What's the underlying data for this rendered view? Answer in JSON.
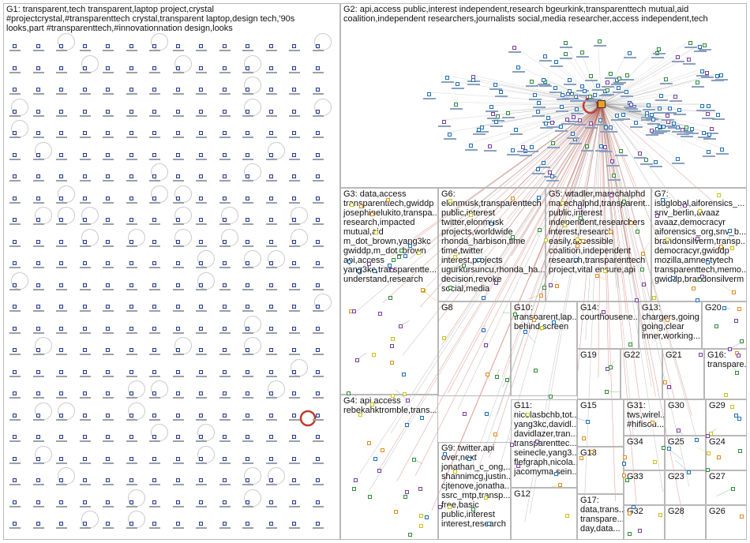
{
  "groups": [
    {
      "id": "G1",
      "label": "G1: transparent,tech  transparent,laptop  project,crystal\n#projectcrystal,#transparenttech  crystal,transparent  laptop,design  tech,'90s\nlooks,part  #transparenttech,#innovationnation  design,looks"
    },
    {
      "id": "G2",
      "label": "G2: api,access  public,interest  independent,research  bgeurkink,transparenttech  mutual,aid\ncoalition,independent  researchers,journalists  social,media  researcher,access  independent,tech"
    },
    {
      "id": "G3",
      "label": "G3: data,access\ntransparenttech,gwiddp\njosephinelukito,transpa...\nresearch,impacted\nmutual,aid\nm_dot_brown,yang3kc\ngwiddp,m_dot_brown\napi,access\nyang3kc,transparentte...\nunderstand,research"
    },
    {
      "id": "G6",
      "label": "G6:\nelonmusk,transparenttech\npublic,interest\ntwitter,elonmusk\nprojects,worldwide\nrhonda_harbison,time\ntime,twitter\ninterest,projects\nugurkursuncu,rhonda_ha...\ndecision,revoke\nsocial,media"
    },
    {
      "id": "G5",
      "label": "G5: wtadler,marechalphd\nmarechalphd,transparent...\npublic,interest\nindependent,researchers\ninterest,research\neasily,accessible\ncoalition,independent\nresearch,transparenttech\nproject,vital  ensure,api"
    },
    {
      "id": "G7",
      "label": "G7:\nisdglobal,aiforensics_...\nsnv_berlin,avaaz\navaaz,democracyr\naiforensics_org,snv_b...\nbrandonsilverm,transp...\ndemocracyr,gwiddp\nmozilla,amnestytech\ntransparenttech,memo...\ngwiddp,brandonsilverm"
    },
    {
      "id": "G8",
      "label": "G8"
    },
    {
      "id": "G10",
      "label": "G10:\ntransparent,lap...\nbehind,screen"
    },
    {
      "id": "G14",
      "label": "G14: courthousene..."
    },
    {
      "id": "G13",
      "label": "G13:\nchargers,going\ngoing,clear\ninner,working..."
    },
    {
      "id": "G20",
      "label": "G20"
    },
    {
      "id": "G19",
      "label": "G19"
    },
    {
      "id": "G22",
      "label": "G22"
    },
    {
      "id": "G21",
      "label": "G21"
    },
    {
      "id": "G16",
      "label": "G16:\ntranspare..."
    },
    {
      "id": "G4",
      "label": "G4: api,access\nrebekahktromble,trans..."
    },
    {
      "id": "G11",
      "label": "G11:\nnicolasbchb,tot...\nyang3kc,davidl...\ndavidlazer,tran...\ntransparenttec...\nseinecle,yang3...\nflefgraph,nicola...\njacomyma,sein..."
    },
    {
      "id": "G15",
      "label": "G15"
    },
    {
      "id": "G31",
      "label": "G31:\ntws,wirel...\n#hifisou..."
    },
    {
      "id": "G30",
      "label": "G30"
    },
    {
      "id": "G29",
      "label": "G29"
    },
    {
      "id": "G9",
      "label": "G9: twitter,api\nover,next\njonathan_c_ong,...\nshannimcg,justin...\ncjtenove,jonatha...\nssrc_mtp,transp...\nfree,basic\npublic,interest\ninterest,research"
    },
    {
      "id": "G34",
      "label": "G34"
    },
    {
      "id": "G25",
      "label": "G25"
    },
    {
      "id": "G24",
      "label": "G24"
    },
    {
      "id": "G18",
      "label": "G18"
    },
    {
      "id": "G33",
      "label": "G33"
    },
    {
      "id": "G23",
      "label": "G23"
    },
    {
      "id": "G27",
      "label": "G27"
    },
    {
      "id": "G12",
      "label": "G12"
    },
    {
      "id": "G17",
      "label": "G17:\ndata,trans...\ntranspare...\nday,data..."
    },
    {
      "id": "G32",
      "label": "G32"
    },
    {
      "id": "G28",
      "label": "G28"
    },
    {
      "id": "G26",
      "label": "G26"
    }
  ],
  "colors": {
    "border": "#b8b8b8",
    "node_border": "#2a3a8c",
    "node_fill": "#e8ecff",
    "edge_red": "#c0392b",
    "edge_gray": "#8a8a8a",
    "node_blue": "#1f6fb5",
    "node_green": "#2e8b3a",
    "node_yellow": "#c9c21a",
    "node_purple": "#7a3ea0",
    "node_orange": "#e08a1e"
  }
}
